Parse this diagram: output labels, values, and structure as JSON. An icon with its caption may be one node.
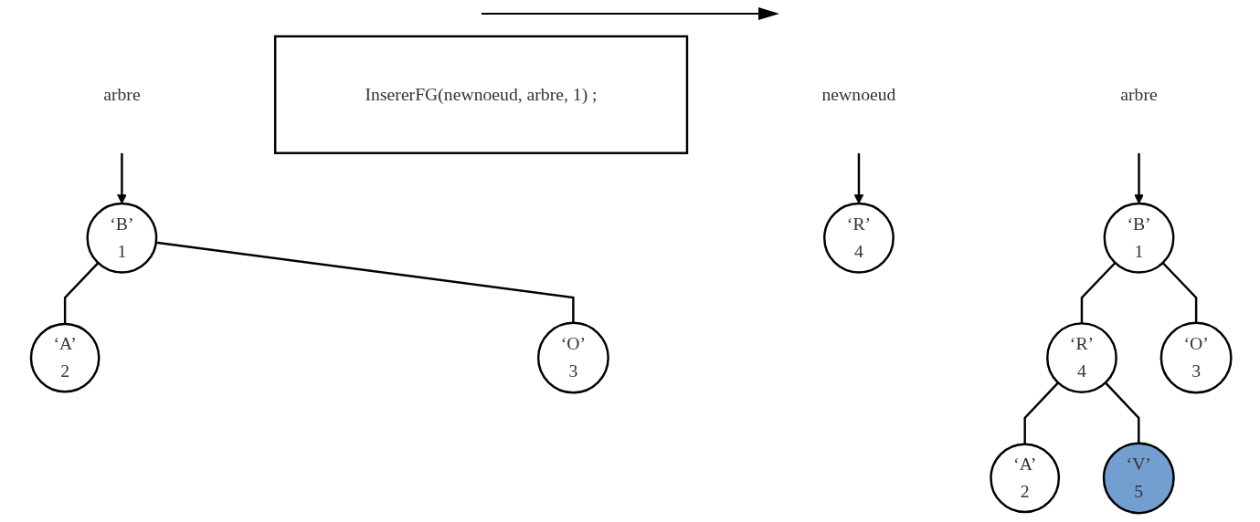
{
  "diagram": {
    "nodes": [
      {
        "text": [
          "arbre"
        ]
      },
      {
        "text": [
          "‘B’",
          "1"
        ]
      },
      {
        "text": [
          "‘A’",
          "2"
        ]
      },
      {
        "text": [
          "‘O’",
          "3"
        ]
      },
      {
        "text": [
          "InsererFG(newnoeud, arbre, 1) ;"
        ]
      },
      {
        "text": [
          "‘R’",
          "4"
        ]
      },
      {
        "text": [
          "newnoeud"
        ]
      },
      {
        "text": [
          "arbre"
        ]
      },
      {
        "text": [
          "‘B’",
          "1"
        ]
      },
      {
        "text": [
          "‘R’",
          "4"
        ]
      },
      {
        "text": [
          "‘O’",
          "3"
        ]
      },
      {
        "text": [
          "‘A’",
          "2"
        ]
      },
      {
        "text": [
          "‘V’",
          "5"
        ]
      }
    ],
    "edges": [
      {
        "from": 0,
        "to": 1,
        "arrow": "to"
      },
      {
        "from": 1,
        "to": 2,
        "arrow": "none"
      },
      {
        "from": 1,
        "to": 3,
        "arrow": "none"
      },
      {
        "from": 6,
        "to": 5,
        "arrow": "to"
      },
      {
        "from": 7,
        "to": 8,
        "arrow": "to"
      },
      {
        "from": 8,
        "to": 9,
        "arrow": "none"
      },
      {
        "from": 8,
        "to": 10,
        "arrow": "none"
      },
      {
        "from": 9,
        "to": 11,
        "arrow": "none"
      },
      {
        "from": 9,
        "to": 12,
        "arrow": "none"
      }
    ]
  }
}
